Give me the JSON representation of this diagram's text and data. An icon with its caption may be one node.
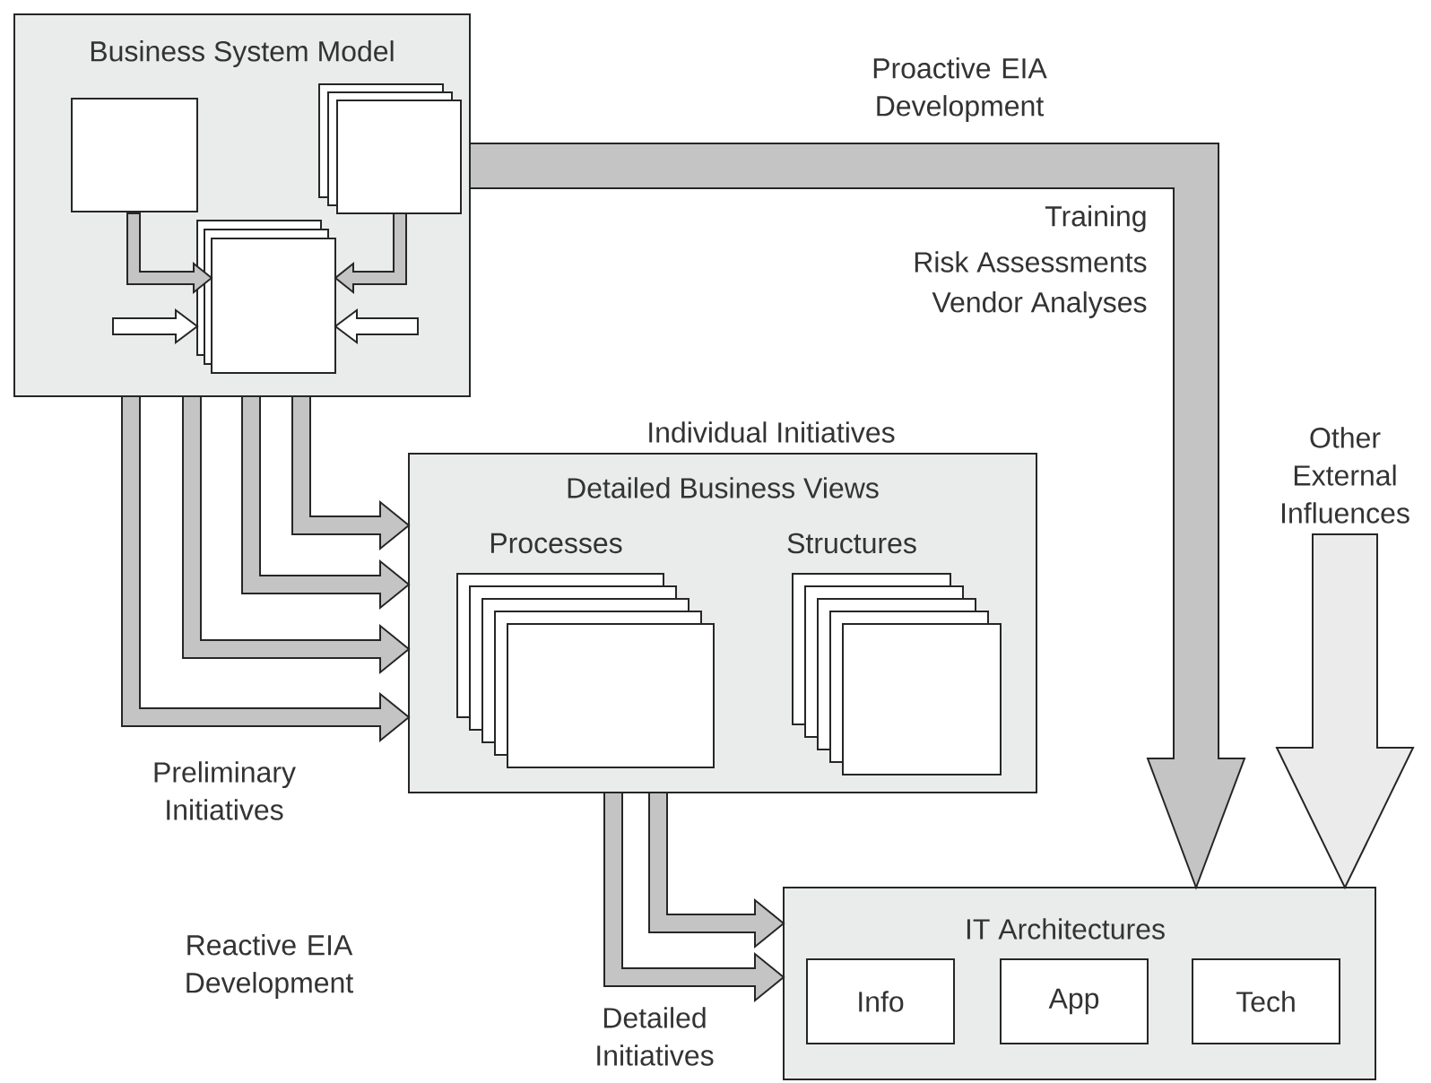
{
  "diagram": {
    "nodes": [
      {
        "text": [
          "Business System Model"
        ]
      },
      {
        "text": [],
        "shape": "box",
        "in": 0
      },
      {
        "text": [],
        "shape": "box",
        "in": 0
      },
      {
        "text": [],
        "shape": "box",
        "in": 0
      },
      {
        "text": [
          "Detailed Business Views"
        ],
        "beside": [
          "Individual Initiatives"
        ]
      },
      {
        "text": [
          "Processes"
        ],
        "in": 4
      },
      {
        "text": [
          "Structures"
        ],
        "in": 4
      },
      {
        "text": [
          "IT Architectures"
        ]
      },
      {
        "text": [
          "Info"
        ],
        "in": 7
      },
      {
        "text": [
          "App"
        ],
        "in": 7
      },
      {
        "text": [
          "Tech"
        ],
        "in": 7
      },
      {
        "text": [
          "Other External Influences"
        ]
      }
    ],
    "edges": [
      {
        "from": 1,
        "to": 3,
        "arrow": "to"
      },
      {
        "from": 2,
        "to": 3,
        "arrow": "to"
      },
      {
        "from": null,
        "to": 3,
        "arrow": "to",
        "color": "#ffffff"
      },
      {
        "from": null,
        "to": 3,
        "arrow": "to",
        "color": "#ffffff"
      },
      {
        "from": 0,
        "to": 4,
        "arrow": "to"
      },
      {
        "from": 0,
        "to": 4,
        "arrow": "to"
      },
      {
        "from": 0,
        "to": 4,
        "arrow": "to"
      },
      {
        "from": 0,
        "to": 4,
        "arrow": "to"
      },
      {
        "from": 4,
        "to": 7,
        "arrow": "to"
      },
      {
        "from": 4,
        "to": 7,
        "arrow": "to"
      },
      {
        "from": 0,
        "to": 7,
        "arrow": "to"
      },
      {
        "from": 11,
        "to": 7,
        "arrow": "to",
        "color": "#ebebeb"
      }
    ],
    "labels": [
      "Proactive EIA Development",
      "Training",
      "Risk Assessments",
      "Vendor Analyses",
      "Preliminary Initiatives",
      "Detailed Initiatives",
      "Reactive EIA Development"
    ]
  }
}
